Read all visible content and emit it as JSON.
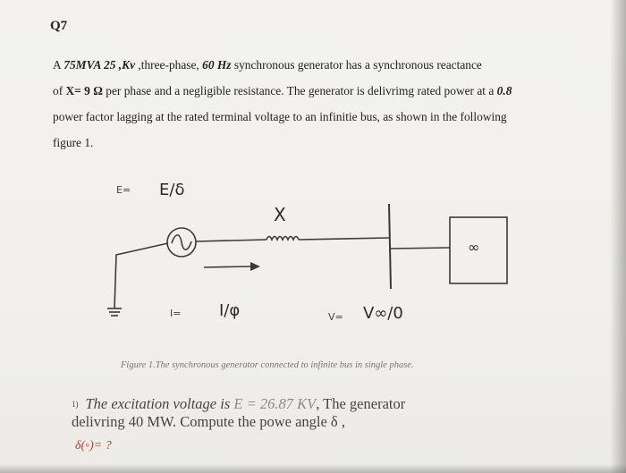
{
  "question": {
    "number": "Q7",
    "para_line1_a": "A ",
    "para_line1_rating": "75MVA 25 ,Kv",
    "para_line1_b": " ,three-phase, ",
    "para_line1_freq": "60 Hz",
    "para_line1_c": " synchronous generator has a synchronous reactance",
    "para_line2_a": "of ",
    "para_line2_x": "X= 9 Ω",
    "para_line2_b": " per phase and a negligible resistance. The generator is delivrimg rated power at a ",
    "para_line2_pf": "0.8",
    "para_line3": "power factor lagging at the rated terminal voltage to an infinitie bus, as shown in the following",
    "para_line4": "figure 1."
  },
  "diagram": {
    "emf_label": "E=",
    "emf_value": "E/δ",
    "reactance_label": "X",
    "current_label": "I=",
    "current_value": "I/φ",
    "voltage_label": "V=",
    "voltage_value": "V∞/0",
    "infinite_bus_symbol": "∞",
    "caption": "Figure 1.The synchronous generator connected to infinite bus in single phase."
  },
  "part1": {
    "num": "1)",
    "line1_a": "The excitation voltage is ",
    "line1_e": "E = 26.87 KV",
    "line1_b": ", The generator",
    "line2": "delivring 40 MW. Compute the powe angle δ ,",
    "answer": "δ(◦)= ?"
  },
  "colors": {
    "answer": "#c0392b",
    "highlight_text": "#8a8a8a"
  }
}
